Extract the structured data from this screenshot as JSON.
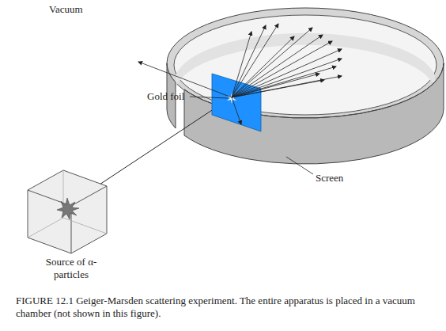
{
  "diagram": {
    "caption": "FIGURE 12.1 Geiger-Marsden scattering experiment. The entire apparatus is placed in a vacuum chamber (not shown in this figure).",
    "labels": [
      "Vacuum",
      "Gold foil",
      "Screen",
      "Source of α-particles"
    ]
  }
}
